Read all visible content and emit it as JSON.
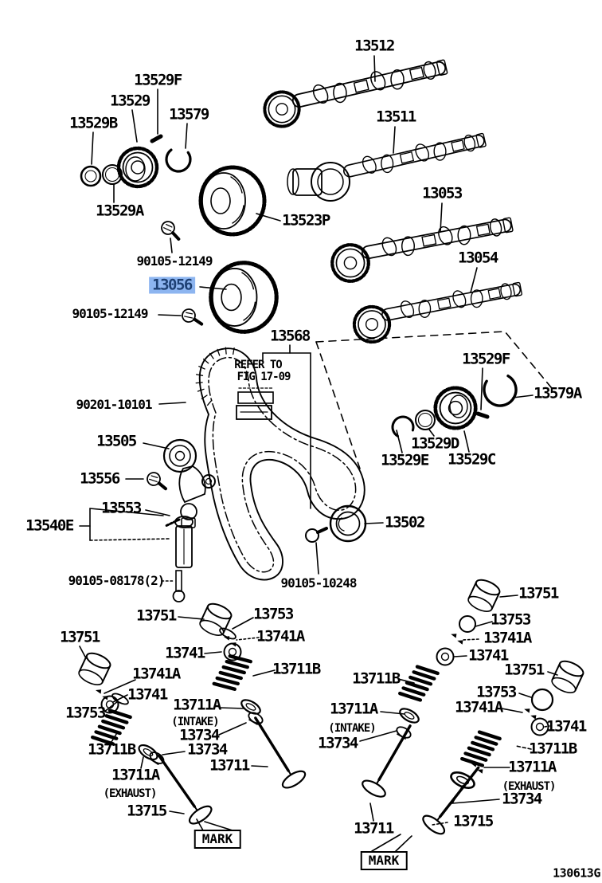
{
  "diagram": {
    "code": "130613G",
    "highlighted_part": "13056",
    "colors": {
      "line": "#000000",
      "background": "#ffffff",
      "highlight_bg": "#8db5f0",
      "highlight_text": "#1e4073"
    },
    "note": {
      "line1": "REFER TO",
      "line2": "FIG 17-09"
    },
    "labels": [
      "13529F",
      "13529",
      "13529B",
      "13579",
      "13529A",
      "13512",
      "13511",
      "13053",
      "13054",
      "13523P",
      "90105-12149",
      "13056",
      "90105-12149",
      "13568",
      "REFER TO",
      "FIG 17-09",
      "90201-10101",
      "13505",
      "13556",
      "13553",
      "13540E",
      "90105-08178(2)",
      "90105-10248",
      "13502",
      "13529F",
      "13579A",
      "13529D",
      "13529E",
      "13529C",
      "13751",
      "13753",
      "13741A",
      "13741",
      "13711B",
      "13751",
      "13741A",
      "13741",
      "13753",
      "13711A",
      "(INTAKE)",
      "13734",
      "13711B",
      "13734",
      "13711",
      "13711A",
      "(EXHAUST)",
      "13715",
      "MARK",
      "13751",
      "13753",
      "13741A",
      "13741",
      "13711B",
      "13711A",
      "(INTAKE)",
      "13734",
      "13751",
      "13753",
      "13741A",
      "13741",
      "13711B",
      "13711A",
      "(EXHAUST)",
      "13734",
      "13711",
      "13715",
      "MARK",
      "130613G"
    ]
  }
}
